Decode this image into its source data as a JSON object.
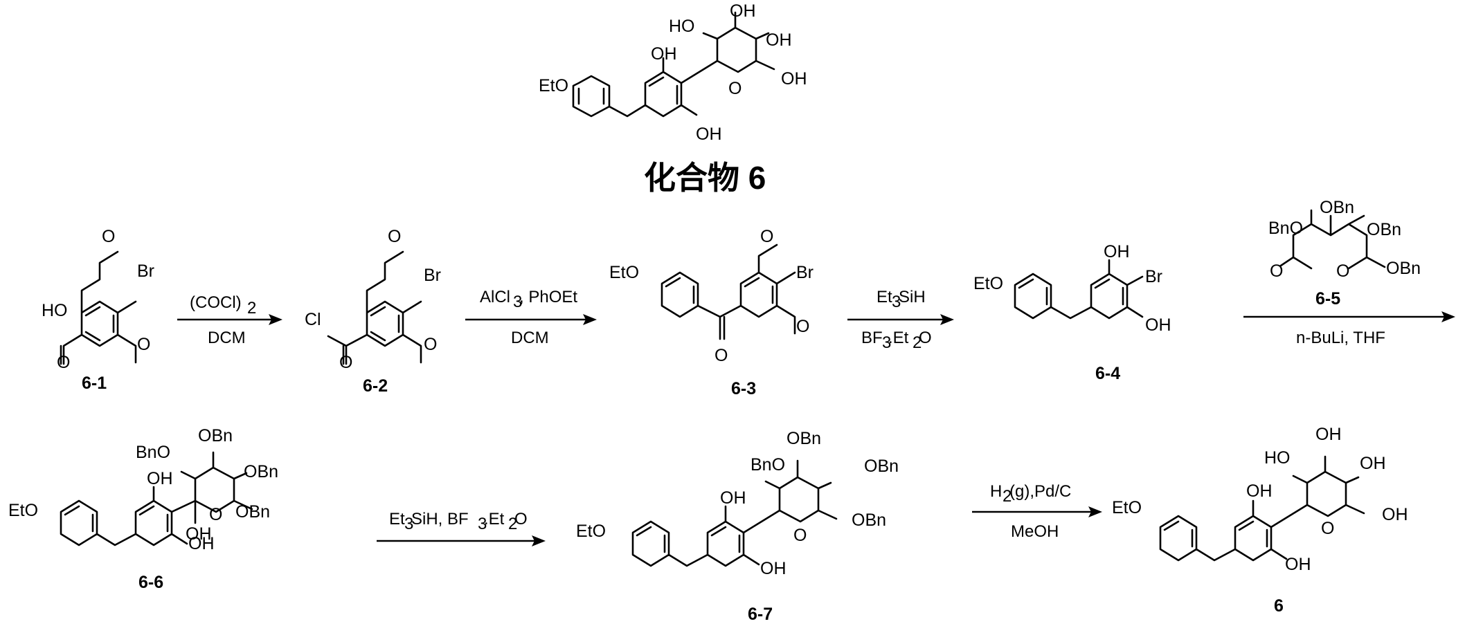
{
  "title": "化合物 6",
  "labels": {
    "EtO": "EtO",
    "HO": "HO",
    "OH": "OH",
    "Br": "Br",
    "O": "O",
    "Cl": "Cl",
    "OBn": "OBn",
    "BnO": "BnO"
  },
  "compounds": {
    "c61": "6-1",
    "c62": "6-2",
    "c63": "6-3",
    "c64": "6-4",
    "c65": "6-5",
    "c66": "6-6",
    "c67": "6-7",
    "c6": "6"
  },
  "reagents": {
    "r1_top": "(COCl)",
    "r1_sub": "2",
    "r1_bottom": "DCM",
    "r2_top_a": "AlCl",
    "r2_top_sub": "3",
    "r2_top_b": ", PhOEt",
    "r2_bottom": "DCM",
    "r3_top": "Et",
    "r3_top_sub": "3",
    "r3_top_b": "SiH",
    "r3_bot_a": "BF",
    "r3_bot_sub1": "3",
    "r3_bot_b": ".Et",
    "r3_bot_sub2": "2",
    "r3_bot_c": "O",
    "r4_bottom": "n-BuLi, THF",
    "r5_a": "Et",
    "r5_sub1": "3",
    "r5_b": "SiH, BF",
    "r5_sub2": "3",
    "r5_c": ".Et",
    "r5_sub3": "2",
    "r5_d": "O",
    "r6_a": "H",
    "r6_sub": "2",
    "r6_b": " (g),Pd/C",
    "r6_bottom": "MeOH"
  }
}
